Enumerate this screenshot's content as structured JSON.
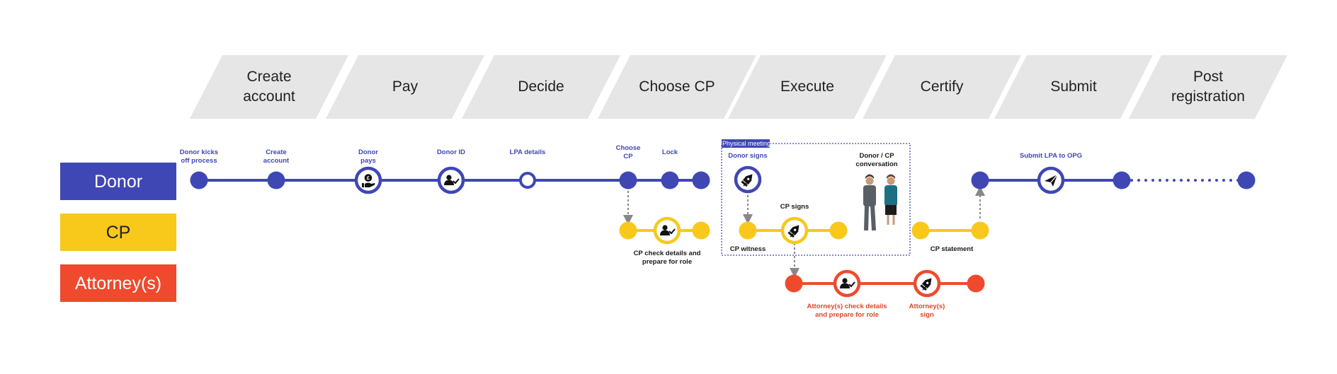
{
  "colors": {
    "donor": "#3f47b5",
    "cp": "#f8c81b",
    "attorney": "#ef4a2d",
    "stage_fill": "#e6e6e6",
    "connector": "#888888"
  },
  "stages": [
    {
      "lines": [
        "Create",
        "account"
      ]
    },
    {
      "lines": [
        "Pay"
      ]
    },
    {
      "lines": [
        "Decide"
      ]
    },
    {
      "lines": [
        "Choose CP"
      ]
    },
    {
      "lines": [
        "Execute"
      ]
    },
    {
      "lines": [
        "Certify"
      ]
    },
    {
      "lines": [
        "Submit"
      ]
    },
    {
      "lines": [
        "Post",
        "registration"
      ]
    }
  ],
  "lanes": {
    "donor": "Donor",
    "cp": "CP",
    "attorney": "Attorney(s)"
  },
  "physical_meeting": {
    "label": "Physical meeting",
    "conversation_label": [
      "Donor / CP",
      "conversation"
    ]
  },
  "step_labels": {
    "donor_kicks_off": [
      "Donor kicks",
      "off process"
    ],
    "create_account": [
      "Create",
      "account"
    ],
    "donor_pays": [
      "Donor",
      "pays"
    ],
    "donor_id": [
      "Donor ID"
    ],
    "lpa_details": [
      "LPA details"
    ],
    "choose_cp": [
      "Choose",
      "CP"
    ],
    "lock": [
      "Lock"
    ],
    "donor_signs": [
      "Donor signs"
    ],
    "submit_lpa": [
      "Submit LPA to OPG"
    ],
    "cp_check": [
      "CP check details and",
      "prepare for role"
    ],
    "cp_signs": [
      "CP signs"
    ],
    "cp_witness": [
      "CP witness"
    ],
    "cp_statement": [
      "CP statement"
    ],
    "attorney_check": [
      "Attorney(s) check details",
      "and prepare for role"
    ],
    "attorney_sign": [
      "Attorney(s)",
      "sign"
    ]
  },
  "icons": {
    "donor_pays": "pound-hand-icon",
    "donor_id": "person-check-icon",
    "donor_signs": "pen-nib-icon",
    "submit_lpa": "paper-plane-icon",
    "cp_check": "person-check-icon",
    "cp_signs": "pen-nib-icon",
    "attorney_check": "person-check-icon",
    "attorney_sign": "pen-nib-icon"
  }
}
